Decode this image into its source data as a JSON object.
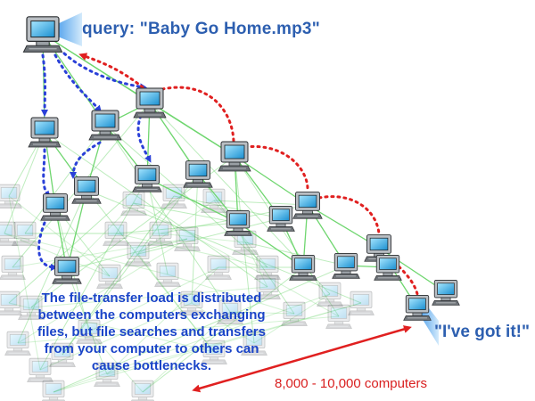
{
  "labels": {
    "query": "query: \"Baby Go Home.mp3\"",
    "found": "\"I've got it!\"",
    "count": "8,000 - 10,000 computers"
  },
  "caption": {
    "lines": [
      "The file-transfer load is distributed",
      "between the computers exchanging",
      "files, but file searches and transfers",
      "from your computer to others can",
      "cause bottlenecks."
    ]
  },
  "colors": {
    "network_link": "#6fd66f",
    "query_path": "#2a40d8",
    "response_path": "#e02020",
    "label_text": "#2d5fb0",
    "caption_text": "#1a44c8",
    "screen": "#1ea7e0",
    "bubble": "#8ec8f4"
  },
  "icons": {
    "computer": "computer-icon",
    "speech_pointer": "speech-pointer-icon"
  }
}
